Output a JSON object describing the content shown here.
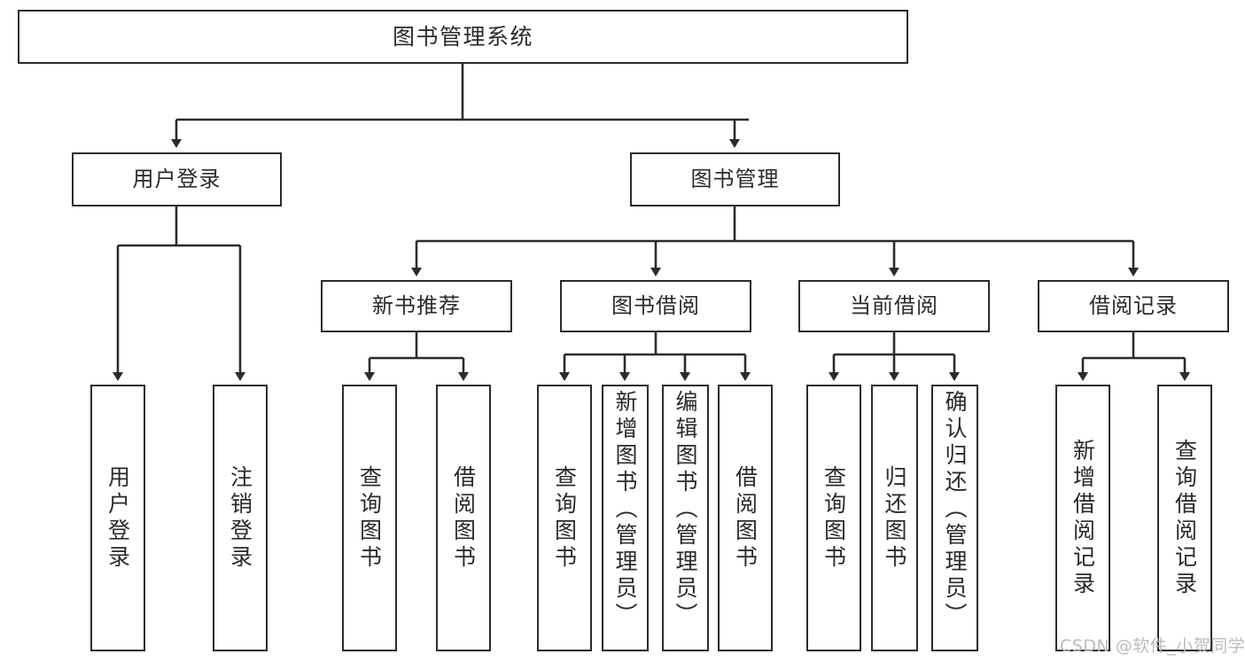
{
  "diagram": {
    "title": "图书管理系统",
    "type": "tree-hierarchy-chart",
    "root": {
      "id": "root",
      "label": "图书管理系统"
    },
    "level2": [
      {
        "id": "user-login",
        "label": "用户登录"
      },
      {
        "id": "book-manage",
        "label": "图书管理"
      }
    ],
    "level3": [
      {
        "id": "new-book-rec",
        "label": "新书推荐"
      },
      {
        "id": "book-borrow",
        "label": "图书借阅"
      },
      {
        "id": "current-borrow",
        "label": "当前借阅"
      },
      {
        "id": "borrow-record",
        "label": "借阅记录"
      }
    ],
    "leaves": [
      {
        "id": "leaf-user-login",
        "label": "用户登录",
        "parent": "user-login"
      },
      {
        "id": "leaf-logout",
        "label": "注销登录",
        "parent": "user-login"
      },
      {
        "id": "leaf-query-book-1",
        "label": "查询图书",
        "parent": "new-book-rec"
      },
      {
        "id": "leaf-borrow-book-1",
        "label": "借阅图书",
        "parent": "new-book-rec"
      },
      {
        "id": "leaf-query-book-2",
        "label": "查询图书",
        "parent": "book-borrow"
      },
      {
        "id": "leaf-add-book",
        "label": "新增图书（管理员）",
        "parent": "book-borrow"
      },
      {
        "id": "leaf-edit-book",
        "label": "编辑图书（管理员）",
        "parent": "book-borrow"
      },
      {
        "id": "leaf-borrow-book-2",
        "label": "借阅图书",
        "parent": "book-borrow"
      },
      {
        "id": "leaf-query-book-3",
        "label": "查询图书",
        "parent": "current-borrow"
      },
      {
        "id": "leaf-return-book",
        "label": "归还图书",
        "parent": "current-borrow"
      },
      {
        "id": "leaf-confirm-return",
        "label": "确认归还（管理员）",
        "parent": "current-borrow"
      },
      {
        "id": "leaf-add-record",
        "label": "新增借阅记录",
        "parent": "borrow-record"
      },
      {
        "id": "leaf-query-record",
        "label": "查询借阅记录",
        "parent": "borrow-record"
      }
    ]
  },
  "watermark": {
    "text": "CSDN @软件_小贺同学"
  },
  "colors": {
    "box_border": "#2b2b2b",
    "box_fill": "#ffffff",
    "text": "#2a2a2a",
    "edge": "#2b2b2b",
    "watermark": "#bcbcbc",
    "background": "#ffffff"
  }
}
